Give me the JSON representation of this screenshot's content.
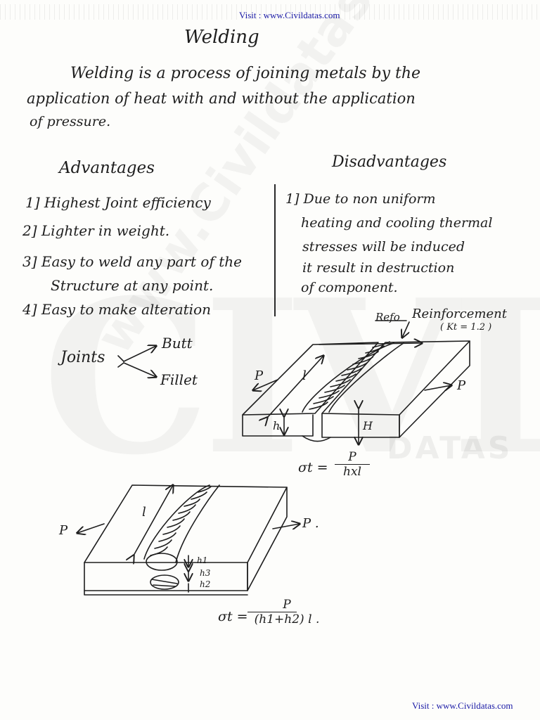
{
  "header": {
    "link_top": "Visit : www.Civildatas.com"
  },
  "footer": {
    "link_bottom": "Visit : www.Civildatas.com"
  },
  "title": "Welding",
  "intro": {
    "line1": "Welding is a process of joining metals by the",
    "line2": "application of heat with and without the application",
    "line3": "of pressure."
  },
  "advantages": {
    "heading": "Advantages",
    "items": [
      "1] Highest Joint efficiency",
      "2] Lighter in weight.",
      "3] Easy to weld any part of the",
      "Structure at any point.",
      "4] Easy to make alteration"
    ]
  },
  "disadvantages": {
    "heading": "Disadvantages",
    "items": [
      "1] Due to non uniform",
      "heating and cooling thermal",
      "stresses will be induced",
      "it result in destruction",
      "of component."
    ]
  },
  "joints": {
    "label": "Joints",
    "butt": "Butt",
    "fillet": "Fillet"
  },
  "butt_figure": {
    "reinforcement_struck": "Refo",
    "reinforcement": "Reinforcement",
    "kt": "( Kt = 1.2 )",
    "p_left": "P",
    "p_right": "P",
    "l": "l",
    "h": "h",
    "H": "H",
    "formula_lhs": "σt =",
    "formula_num": "P",
    "formula_den": "hxl"
  },
  "fillet_figure": {
    "p_left": "P",
    "p_right": "P .",
    "l": "l",
    "h1": "h1",
    "h3": "h3",
    "h2": "h2",
    "formula_lhs": "σt =",
    "formula_num": "P",
    "formula_den": "(h1+h2) l ."
  }
}
